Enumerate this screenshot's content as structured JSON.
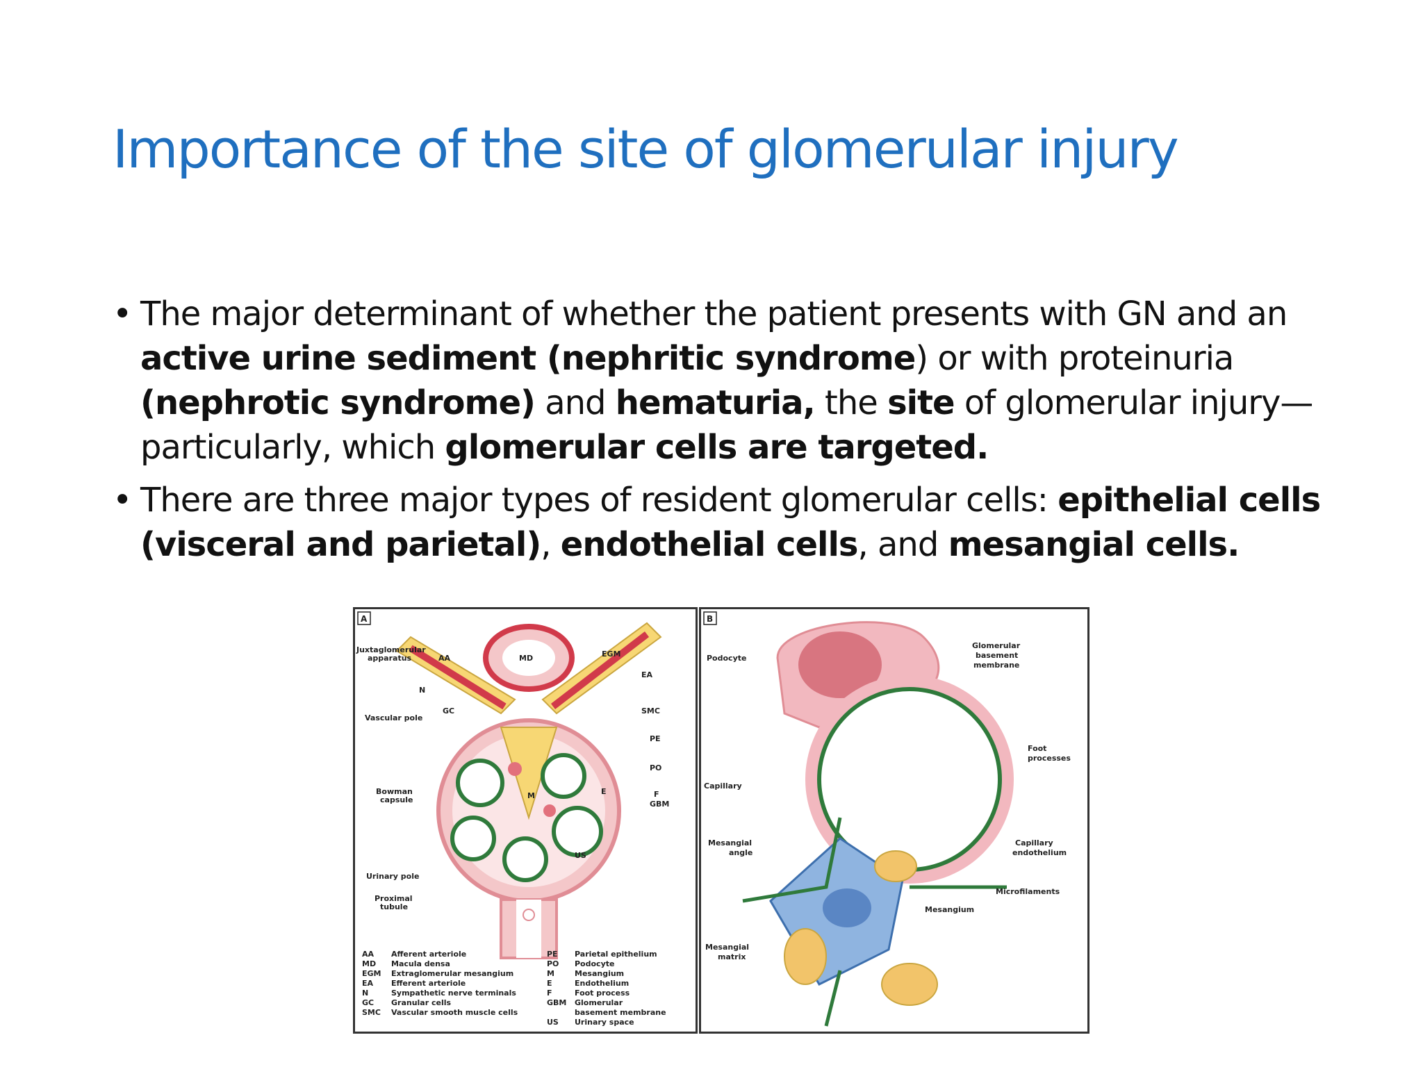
{
  "title": "Importance of the site of glomerular injury",
  "bullets": [
    {
      "segments": [
        {
          "text": " The major determinant of whether the patient presents with GN and an ",
          "bold": false
        },
        {
          "text": "active urine sediment (nephritic syndrome",
          "bold": true
        },
        {
          "text": ") or with proteinuria ",
          "bold": false
        },
        {
          "text": "(nephrotic syndrome)",
          "bold": true
        },
        {
          "text": " and ",
          "bold": false
        },
        {
          "text": "hematuria,",
          "bold": true
        },
        {
          "text": " the ",
          "bold": false
        },
        {
          "text": "site",
          "bold": true
        },
        {
          "text": " of glomerular injury—particularly, which ",
          "bold": false
        },
        {
          "text": "glomerular cells are targeted.",
          "bold": true
        }
      ]
    },
    {
      "segments": [
        {
          "text": "There are three major types of resident glomerular cells: ",
          "bold": false
        },
        {
          "text": "epithelial cells (visceral and parietal)",
          "bold": true
        },
        {
          "text": ", ",
          "bold": false
        },
        {
          "text": "endothelial cells",
          "bold": true
        },
        {
          "text": ", and ",
          "bold": false
        },
        {
          "text": "mesangial cells.",
          "bold": true
        }
      ]
    }
  ],
  "figure": {
    "panel_a": {
      "tag": "A",
      "labels": {
        "jga": "Juxtaglomerular",
        "jga2": "apparatus",
        "aa": "AA",
        "md": "MD",
        "egm": "EGM",
        "ea": "EA",
        "n": "N",
        "gc": "GC",
        "smc": "SMC",
        "vascular_pole": "Vascular pole",
        "pe": "PE",
        "po": "PO",
        "bowman": "Bowman",
        "capsule": "capsule",
        "m": "M",
        "e": "E",
        "f": "F",
        "gbm": "GBM",
        "us": "US",
        "urinary_pole": "Urinary pole",
        "proximal": "Proximal",
        "tubule": "tubule"
      },
      "legend_left": [
        {
          "abbr": "AA",
          "text": "Afferent arteriole"
        },
        {
          "abbr": "MD",
          "text": "Macula densa"
        },
        {
          "abbr": "EGM",
          "text": "Extraglomerular mesangium"
        },
        {
          "abbr": "EA",
          "text": "Efferent arteriole"
        },
        {
          "abbr": "N",
          "text": "Sympathetic nerve terminals"
        },
        {
          "abbr": "GC",
          "text": "Granular cells"
        },
        {
          "abbr": "SMC",
          "text": "Vascular smooth muscle cells"
        }
      ],
      "legend_right": [
        {
          "abbr": "PE",
          "text": "Parietal epithelium"
        },
        {
          "abbr": "PO",
          "text": "Podocyte"
        },
        {
          "abbr": "M",
          "text": "Mesangium"
        },
        {
          "abbr": "E",
          "text": "Endothelium"
        },
        {
          "abbr": "F",
          "text": "Foot process"
        },
        {
          "abbr": "GBM",
          "text": "Glomerular"
        },
        {
          "abbr": "",
          "text": "basement membrane"
        },
        {
          "abbr": "US",
          "text": "Urinary space"
        }
      ]
    },
    "panel_b": {
      "tag": "B",
      "labels": {
        "podocyte": "Podocyte",
        "gbm1": "Glomerular",
        "gbm2": "basement",
        "gbm3": "membrane",
        "foot1": "Foot",
        "foot2": "processes",
        "capillary": "Capillary",
        "mes_angle1": "Mesangial",
        "mes_angle2": "angle",
        "cap_endo1": "Capillary",
        "cap_endo2": "endothelium",
        "microfilaments": "Microfilaments",
        "mesangium": "Mesangium",
        "mes_matrix1": "Mesangial",
        "mes_matrix2": "matrix"
      }
    }
  },
  "colors": {
    "title": "#1f6fbf",
    "pink_tissue": "#f2b8bf",
    "dark_pink": "#e2707c",
    "yellow": "#f7d774",
    "green_membrane": "#2f7a3b",
    "blue_mesangium": "#8fb4e0"
  }
}
